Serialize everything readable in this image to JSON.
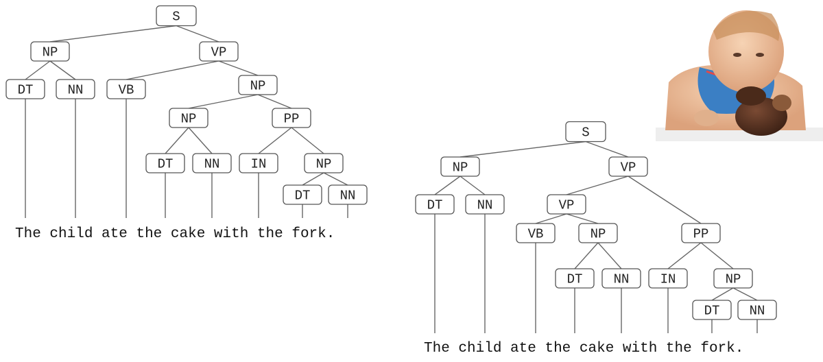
{
  "trees": [
    {
      "name": "tree-left",
      "root_color": "#6b4fa0",
      "labels": {
        "S": "S",
        "NP1": "NP",
        "VP1": "VP",
        "DT1": "DT",
        "NN1": "NN",
        "VB1": "VB",
        "NP2": "NP",
        "NP3": "NP",
        "PP1": "PP",
        "DT2": "DT",
        "NN2": "NN",
        "IN1": "IN",
        "NP4": "NP",
        "DT3": "DT",
        "NN3": "NN"
      },
      "words": [
        "The",
        "child",
        "ate",
        "the",
        "cake",
        "with",
        "the",
        "fork."
      ]
    },
    {
      "name": "tree-right",
      "root_color": "#4aa3df",
      "labels": {
        "S": "S",
        "NP1": "NP",
        "VP1": "VP",
        "DT1": "DT",
        "NN1": "NN",
        "VP2": "VP",
        "PP1": "PP",
        "VB1": "VB",
        "NP2": "NP",
        "DT2": "DT",
        "NN2": "NN",
        "IN1": "IN",
        "NP3": "NP",
        "DT3": "DT",
        "NN3": "NN"
      },
      "words": [
        "The",
        "child",
        "ate",
        "the",
        "cake",
        "with",
        "the",
        "fork."
      ]
    }
  ],
  "photo": {
    "icon": "baby-eating-chocolate-cake-photo"
  }
}
